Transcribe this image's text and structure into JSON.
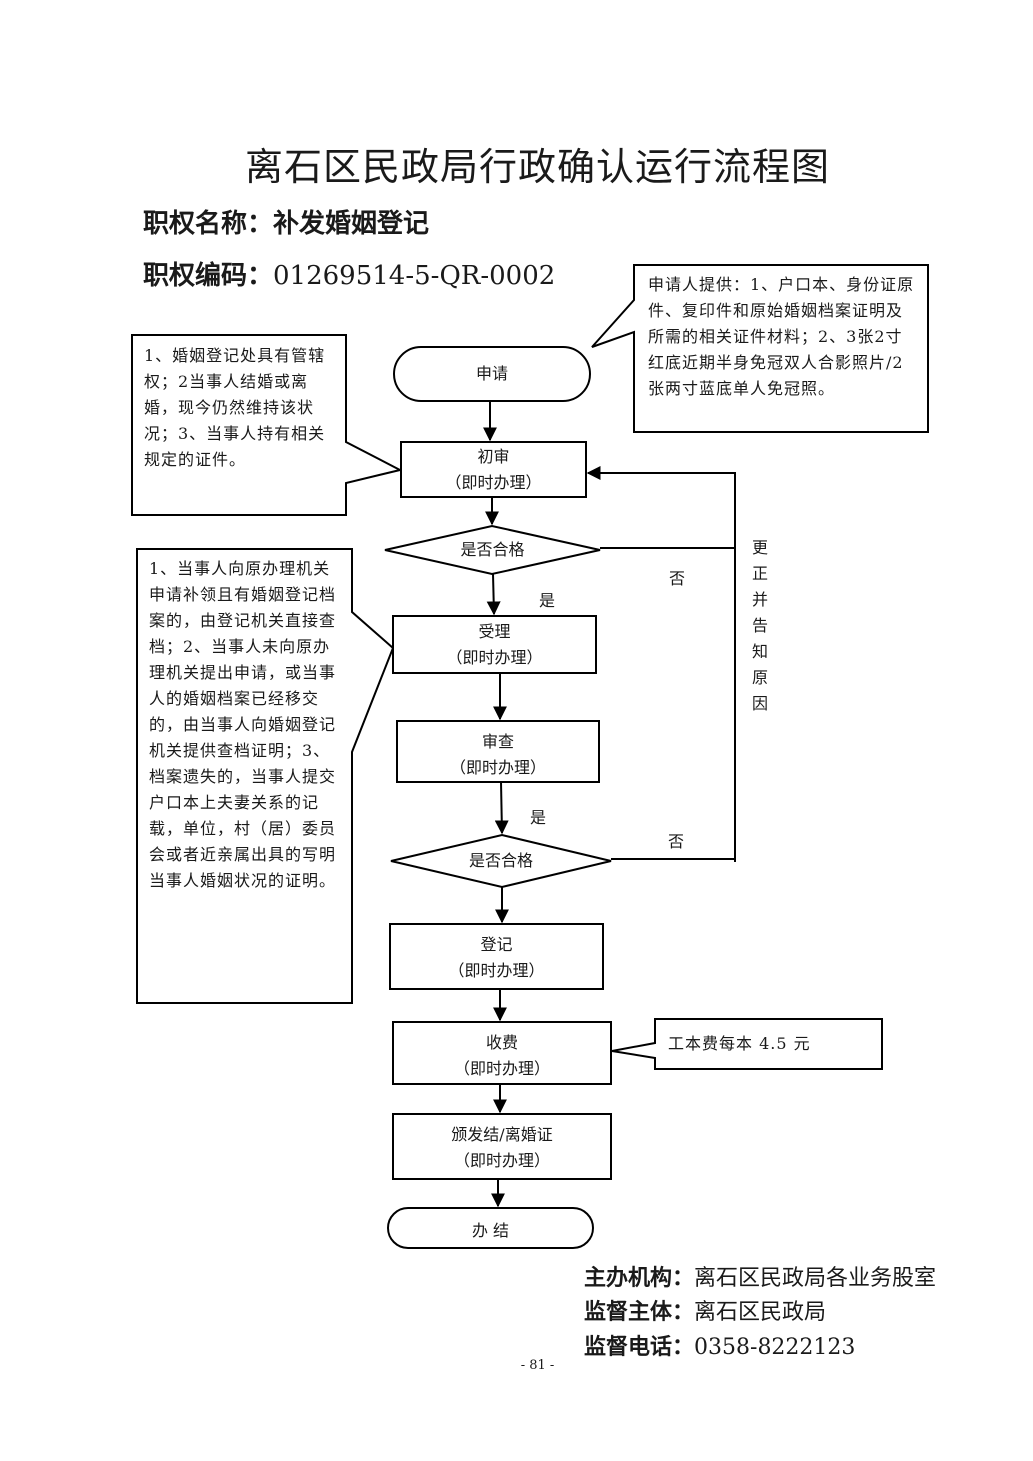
{
  "document": {
    "title": "离石区民政局行政确认运行流程图",
    "power_name_label": "职权名称：",
    "power_name": "补发婚姻登记",
    "power_code_label": "职权编码：",
    "power_code": "01269514-5-QR-0002",
    "page_number": "- 81 -"
  },
  "flow": {
    "nodes": {
      "apply": {
        "label": "申请"
      },
      "initial_review": {
        "label": "初审",
        "sub": "（即时办理）"
      },
      "decision1": {
        "label": "是否合格"
      },
      "accept": {
        "label": "受理",
        "sub": "（即时办理）"
      },
      "examine": {
        "label": "审查",
        "sub": "（即时办理）"
      },
      "decision2": {
        "label": "是否合格"
      },
      "register": {
        "label": "登记",
        "sub": "（即时办理）"
      },
      "charge": {
        "label": "收费",
        "sub": "（即时办理）"
      },
      "issue": {
        "label": "颁发结/离婚证",
        "sub": "（即时办理）"
      },
      "end": {
        "label": "办 结"
      }
    },
    "branch_labels": {
      "yes1": "是",
      "no1": "否",
      "yes2": "是",
      "no2": "否",
      "correction": "更正并告知原因"
    },
    "notes": {
      "applicant_provides": "申请人提供：1、户口本、身份证原件、复印件和原始婚姻档案证明及所需的相关证件材料；2、3张2寸红底近期半身免冠双人合影照片/2张两寸蓝底单人免冠照。",
      "review_conditions": "1、婚姻登记处具有管辖权；2当事人结婚或离婚，现今仍然维持该状况；3、当事人持有相关规定的证件。",
      "accept_conditions": "1、当事人向原办理机关申请补领且有婚姻登记档案的，由登记机关直接查档；2、当事人未向原办理机关提出申请，或当事人的婚姻档案已经移交的，由当事人向婚姻登记机关提供查档证明；3、档案遗失的，当事人提交户口本上夫妻关系的记载，单位，村（居）委员会或者近亲属出具的写明当事人婚姻状况的证明。",
      "fee": "工本费每本 4.5 元"
    }
  },
  "footer": {
    "host_label": "主办机构：",
    "host_value": "离石区民政局各业务股室",
    "supervisor_label": "监督主体：",
    "supervisor_value": "离石区民政局",
    "phone_label": "监督电话：",
    "phone_value": "0358-8222123"
  }
}
